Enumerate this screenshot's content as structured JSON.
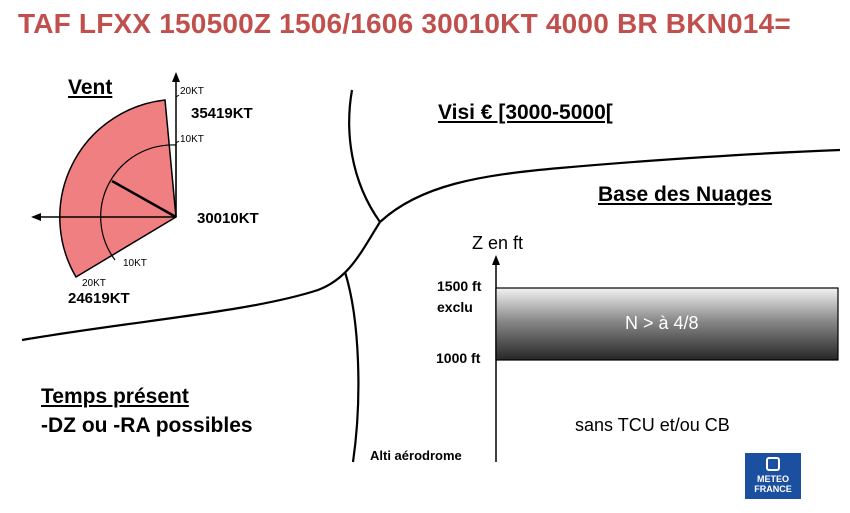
{
  "header": {
    "taf_text": "TAF LFXX 150500Z 1506/1606 30010KT 4000 BR BKN014="
  },
  "wind": {
    "title": "Vent",
    "label_20kt_top": "20KT",
    "label_10kt_top": "10KT",
    "label_10kt_bottom": "10KT",
    "label_20kt_bottom": "20KT",
    "wind_upper": "35419KT",
    "wind_mean": "30010KT",
    "wind_lower": "24619KT",
    "sector_color": "#f07f82"
  },
  "visibility": {
    "label": "Visi € [3000-5000["
  },
  "clouds": {
    "title": "Base des Nuages",
    "axis_label": "Z en ft",
    "top_label": "1500 ft",
    "top_sub": "exclu",
    "bottom_label": "1000 ft",
    "layer_text": "N > à 4/8",
    "ground_label": "Alti aérodrome",
    "note": "sans TCU et/ou CB"
  },
  "weather": {
    "title": "Temps présent",
    "text": "-DZ ou -RA possibles"
  },
  "logo": {
    "line1": "METEO",
    "line2": "FRANCE",
    "color": "#1b4fa0"
  },
  "colors": {
    "header": "#c0504d"
  }
}
